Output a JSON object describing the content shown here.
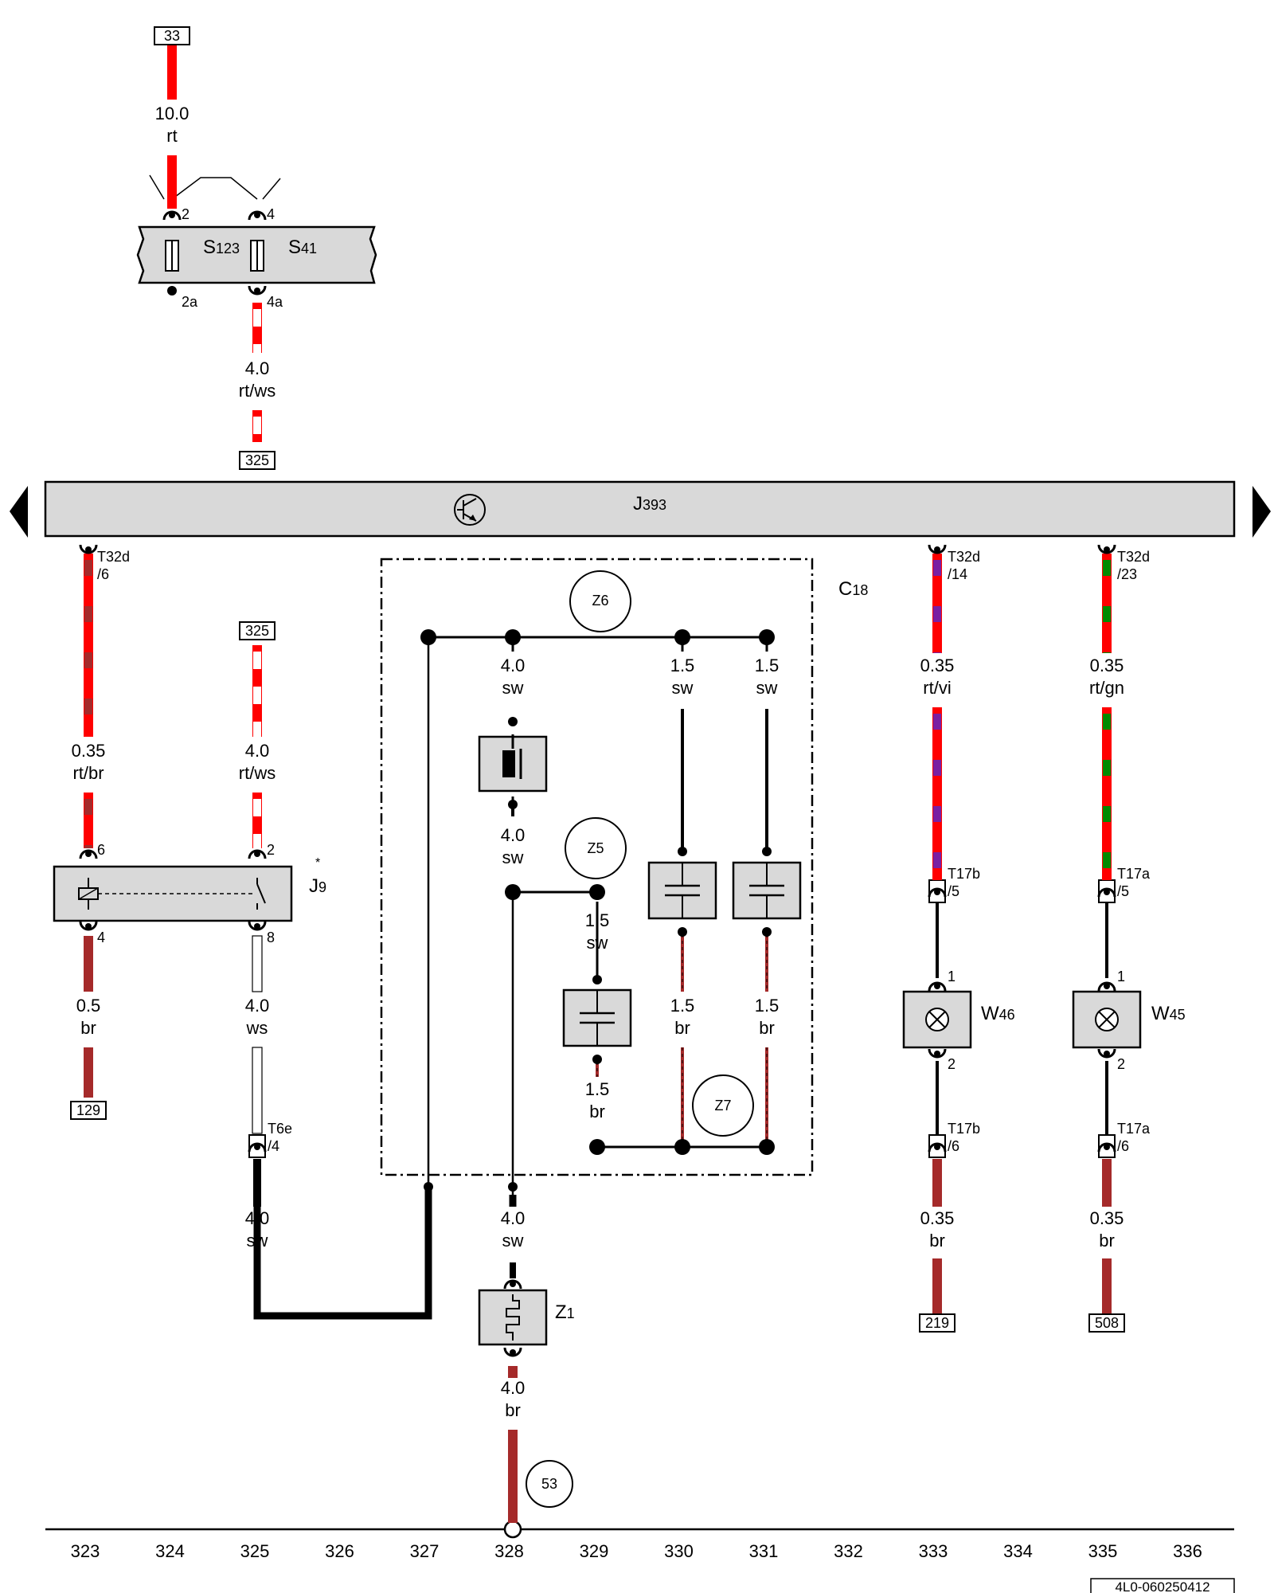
{
  "colors": {
    "rt": "#ff0000",
    "br": "#a52a2a",
    "vi": "#7a1fa2",
    "gn": "#008a00",
    "sw": "#000000",
    "ws": "#ffffff",
    "component_fill": "#d9d9d9"
  },
  "refs": {
    "r33": "33",
    "r325a": "325",
    "r325b": "325",
    "r129": "129",
    "r219": "219",
    "r508": "508"
  },
  "wires": {
    "w_s123_in": {
      "size": "10.0",
      "color": "rt"
    },
    "w_s41_out": {
      "size": "4.0",
      "color": "rt/ws"
    },
    "w_t32d6": {
      "size": "0.35",
      "color": "rt/br"
    },
    "w_j9_in": {
      "size": "4.0",
      "color": "rt/ws"
    },
    "w_j9_4": {
      "size": "0.5",
      "color": "br"
    },
    "w_j9_8": {
      "size": "4.0",
      "color": "ws"
    },
    "w_t6e": {
      "size": "4.0",
      "color": "sw"
    },
    "w_z6_a": {
      "size": "4.0",
      "color": "sw"
    },
    "w_z6_b": {
      "size": "1.5",
      "color": "sw"
    },
    "w_z6_c": {
      "size": "1.5",
      "color": "sw"
    },
    "w_choke_out": {
      "size": "4.0",
      "color": "sw"
    },
    "w_z5": {
      "size": "1.5",
      "color": "sw"
    },
    "w_cap_a": {
      "size": "1.5",
      "color": "br"
    },
    "w_cap_b": {
      "size": "1.5",
      "color": "br"
    },
    "w_cap_c": {
      "size": "1.5",
      "color": "br"
    },
    "w_z1_in": {
      "size": "4.0",
      "color": "sw"
    },
    "w_z1_out": {
      "size": "4.0",
      "color": "br"
    },
    "w_t32d14": {
      "size": "0.35",
      "color": "rt/vi"
    },
    "w_t32d23": {
      "size": "0.35",
      "color": "rt/gn"
    },
    "w_w46_gnd": {
      "size": "0.35",
      "color": "br"
    },
    "w_w45_gnd": {
      "size": "0.35",
      "color": "br"
    }
  },
  "components": {
    "fuse_s123": {
      "name": "S",
      "sub": "123"
    },
    "fuse_s41": {
      "name": "S",
      "sub": "41"
    },
    "j393": {
      "name": "J",
      "sub": "393"
    },
    "j9": {
      "name": "J",
      "sub": "9",
      "mark": "*"
    },
    "c18": {
      "name": "C",
      "sub": "18"
    },
    "z1": {
      "name": "Z",
      "sub": "1"
    },
    "w46": {
      "name": "W",
      "sub": "46"
    },
    "w45": {
      "name": "W",
      "sub": "45"
    },
    "z5": "Z5",
    "z6": "Z6",
    "z7": "Z7"
  },
  "pins": {
    "s123_top": "2",
    "s41_top": "4",
    "s123_bot": "2a",
    "s41_bot": "4a",
    "j393_t32d_6": "T32d\n/6",
    "j393_t32d_14": "T32d\n/14",
    "j393_t32d_23": "T32d\n/23",
    "j9_6": "6",
    "j9_2": "2",
    "j9_4": "4",
    "j9_8": "8",
    "t6e": "T6e\n/4",
    "t17b_5": "T17b\n/5",
    "t17a_5": "T17a\n/5",
    "t17b_6": "T17b\n/6",
    "t17a_6": "T17a\n/6",
    "w46_1": "1",
    "w46_2": "2",
    "w45_1": "1",
    "w45_2": "2"
  },
  "ground_point": "53",
  "columns": [
    "323",
    "324",
    "325",
    "326",
    "327",
    "328",
    "329",
    "330",
    "331",
    "332",
    "333",
    "334",
    "335",
    "336"
  ],
  "drawing_number": "4L0-060250412"
}
